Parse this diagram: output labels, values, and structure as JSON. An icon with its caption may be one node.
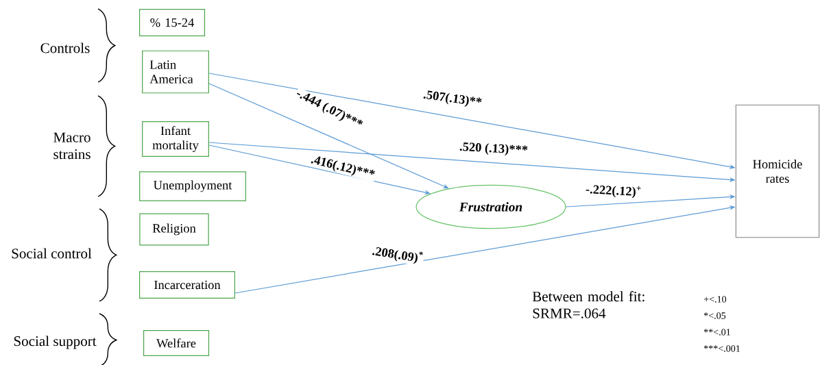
{
  "diagram": {
    "nodes": [
      {
        "text": [
          "% 15-24"
        ]
      },
      {
        "text": [
          "Latin America"
        ]
      },
      {
        "text": [
          "Infant mortality"
        ]
      },
      {
        "text": [
          "Unemployment"
        ]
      },
      {
        "text": [
          "Religion"
        ]
      },
      {
        "text": [
          "Incarceration"
        ]
      },
      {
        "text": [
          "Welfare"
        ]
      },
      {
        "text": [
          "Frustration"
        ]
      },
      {
        "text": [
          "Homicide rates"
        ]
      }
    ],
    "edges": [
      {
        "from": 1,
        "to": 8,
        "arrow": "to",
        "label": ".507(.13)**"
      },
      {
        "from": 1,
        "to": 7,
        "arrow": "to",
        "label": "-.444 (.07)***"
      },
      {
        "from": 2,
        "to": 8,
        "arrow": "to",
        "label": ".520 (.13)***"
      },
      {
        "from": 2,
        "to": 7,
        "arrow": "to",
        "label": ".416(.12)***"
      },
      {
        "from": 7,
        "to": 8,
        "arrow": "to",
        "label": "-.222(.12)$^{+}$"
      },
      {
        "from": 5,
        "to": 8,
        "arrow": "to",
        "label": ".208(.09)$^{*}$"
      }
    ],
    "labels": [
      "Controls",
      "Macro strains",
      "Social control",
      "Social support",
      "Between model fit: SRMR=.064",
      "+<.10",
      "*<.05",
      "**<.01",
      "***<.001"
    ]
  }
}
